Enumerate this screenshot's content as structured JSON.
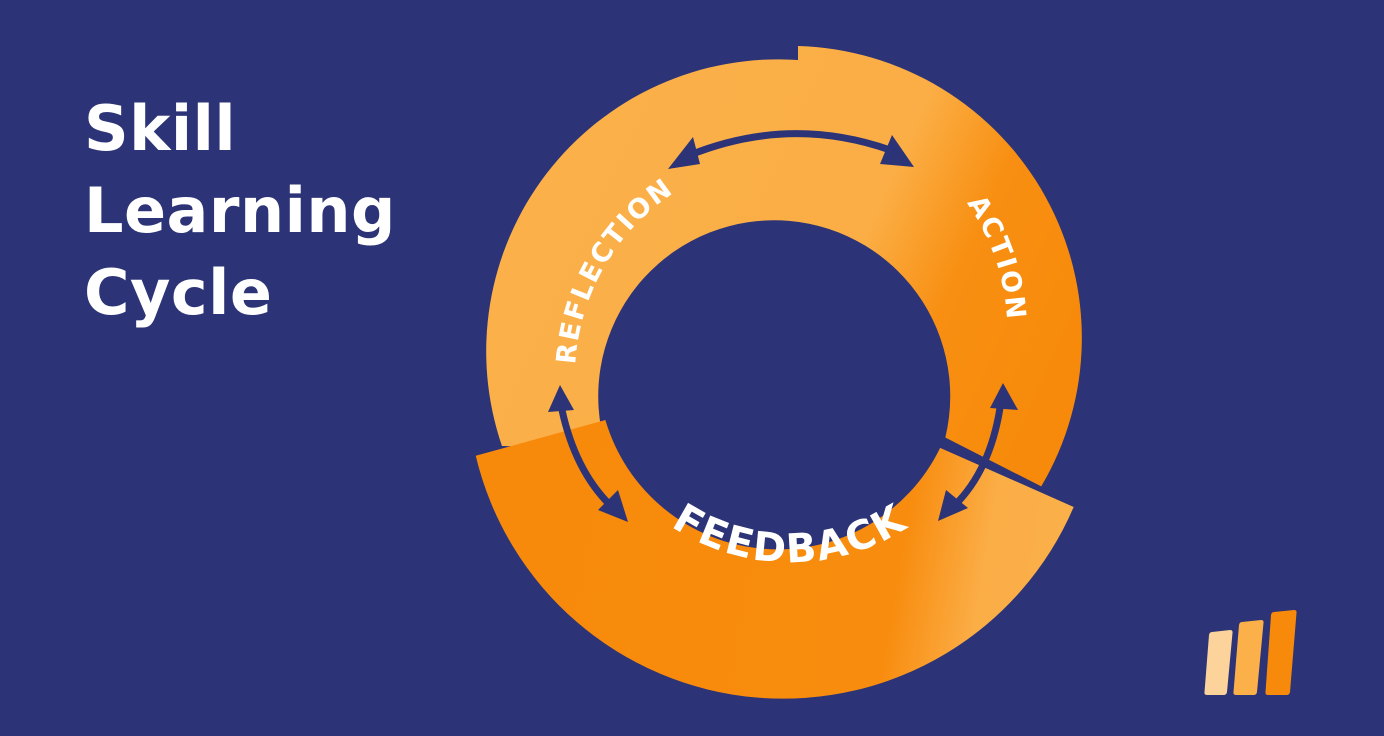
{
  "title": {
    "line1": "Skill",
    "line2": "Learning",
    "line3": "Cycle"
  },
  "cycle": {
    "stages": [
      "ACTION",
      "FEEDBACK",
      "REFLECTION"
    ]
  },
  "colors": {
    "background": "#2c3376",
    "ring_light": "#fbb04a",
    "ring_dark": "#f78a0a",
    "arrow": "#2c3376",
    "text": "#ffffff"
  },
  "logo": {
    "bar_colors": [
      "#fcd39a",
      "#fbb04a",
      "#f78a0a"
    ]
  }
}
